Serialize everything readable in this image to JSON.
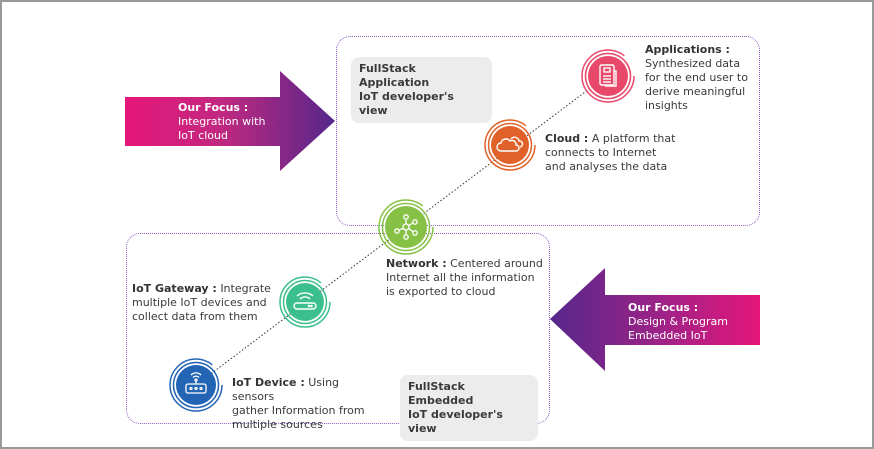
{
  "focus_top": {
    "title": "Our Focus :",
    "line1": "Integration with",
    "line2": "IoT cloud"
  },
  "focus_bottom": {
    "title": "Our Focus :",
    "line1": "Design & Program",
    "line2": "Embedded IoT"
  },
  "views": {
    "application": {
      "line1": "FullStack Application",
      "line2": "IoT developer's view"
    },
    "embedded": {
      "line1": "FullStack Embedded",
      "line2": "IoT developer's view"
    }
  },
  "layers": [
    {
      "id": "applications",
      "title": "Applications :",
      "lines": [
        "Synthesized data",
        "for the end user to",
        "derive meaningful",
        "insights"
      ],
      "icon": "document-icon",
      "color": "#e8486a"
    },
    {
      "id": "cloud",
      "title": "Cloud :",
      "first_rest": "A platform that",
      "lines": [
        "connects to Internet",
        "and analyses the data"
      ],
      "icon": "cloud-icon",
      "color": "#e0622a"
    },
    {
      "id": "network",
      "title": "Network :",
      "first_rest": "Centered around",
      "lines": [
        "Internet all the information",
        "is exported to cloud"
      ],
      "icon": "network-icon",
      "color": "#86c045"
    },
    {
      "id": "gateway",
      "title": "IoT Gateway :",
      "first_rest": "Integrate",
      "lines": [
        "multiple IoT devices and",
        "collect data from them"
      ],
      "icon": "router-icon",
      "color": "#3cbf8e"
    },
    {
      "id": "device",
      "title": "IoT Device :",
      "first_rest": "Using sensors",
      "lines": [
        "gather Information from",
        "multiple sources"
      ],
      "icon": "device-icon",
      "color": "#2464b4"
    }
  ],
  "colors": {
    "arrow_pink": "#e5167a",
    "arrow_purple": "#5a2a8a",
    "dotted_border": "#8a5cc0",
    "label_bg": "#ececec"
  }
}
